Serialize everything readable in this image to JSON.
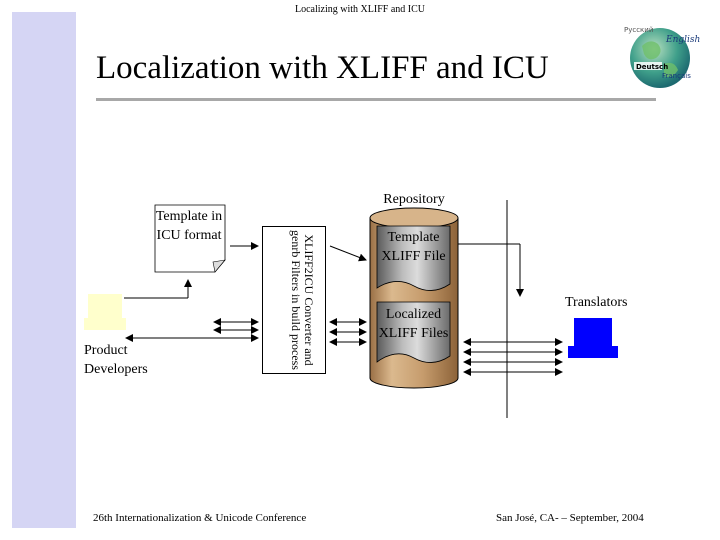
{
  "header": {
    "running_title": "Localizing with XLIFF and ICU"
  },
  "slide": {
    "title": "Localization with XLIFF and ICU"
  },
  "logo": {
    "icon": "globe-languages-icon",
    "words": [
      "Русский",
      "English",
      "Deutsch",
      "Français"
    ]
  },
  "diagram": {
    "icu_template": "Template in ICU format",
    "converter": "XLIFF2ICU Converter and genrb Filters in build process",
    "repository_label": "Repository",
    "template_xliff": "Template XLIFF File",
    "localized_xliff": "Localized XLIFF Files",
    "developers_label": "Product Developers",
    "translators_label": "Translators"
  },
  "footer": {
    "left": "26th Internationalization & Unicode Conference",
    "right": "San José, CA- – September, 2004"
  },
  "colors": {
    "side_band": "#d5d5f4",
    "cylinder": "#c69c6d",
    "developer_pc": "#ffffcc",
    "translator_pc": "#0000ff"
  }
}
